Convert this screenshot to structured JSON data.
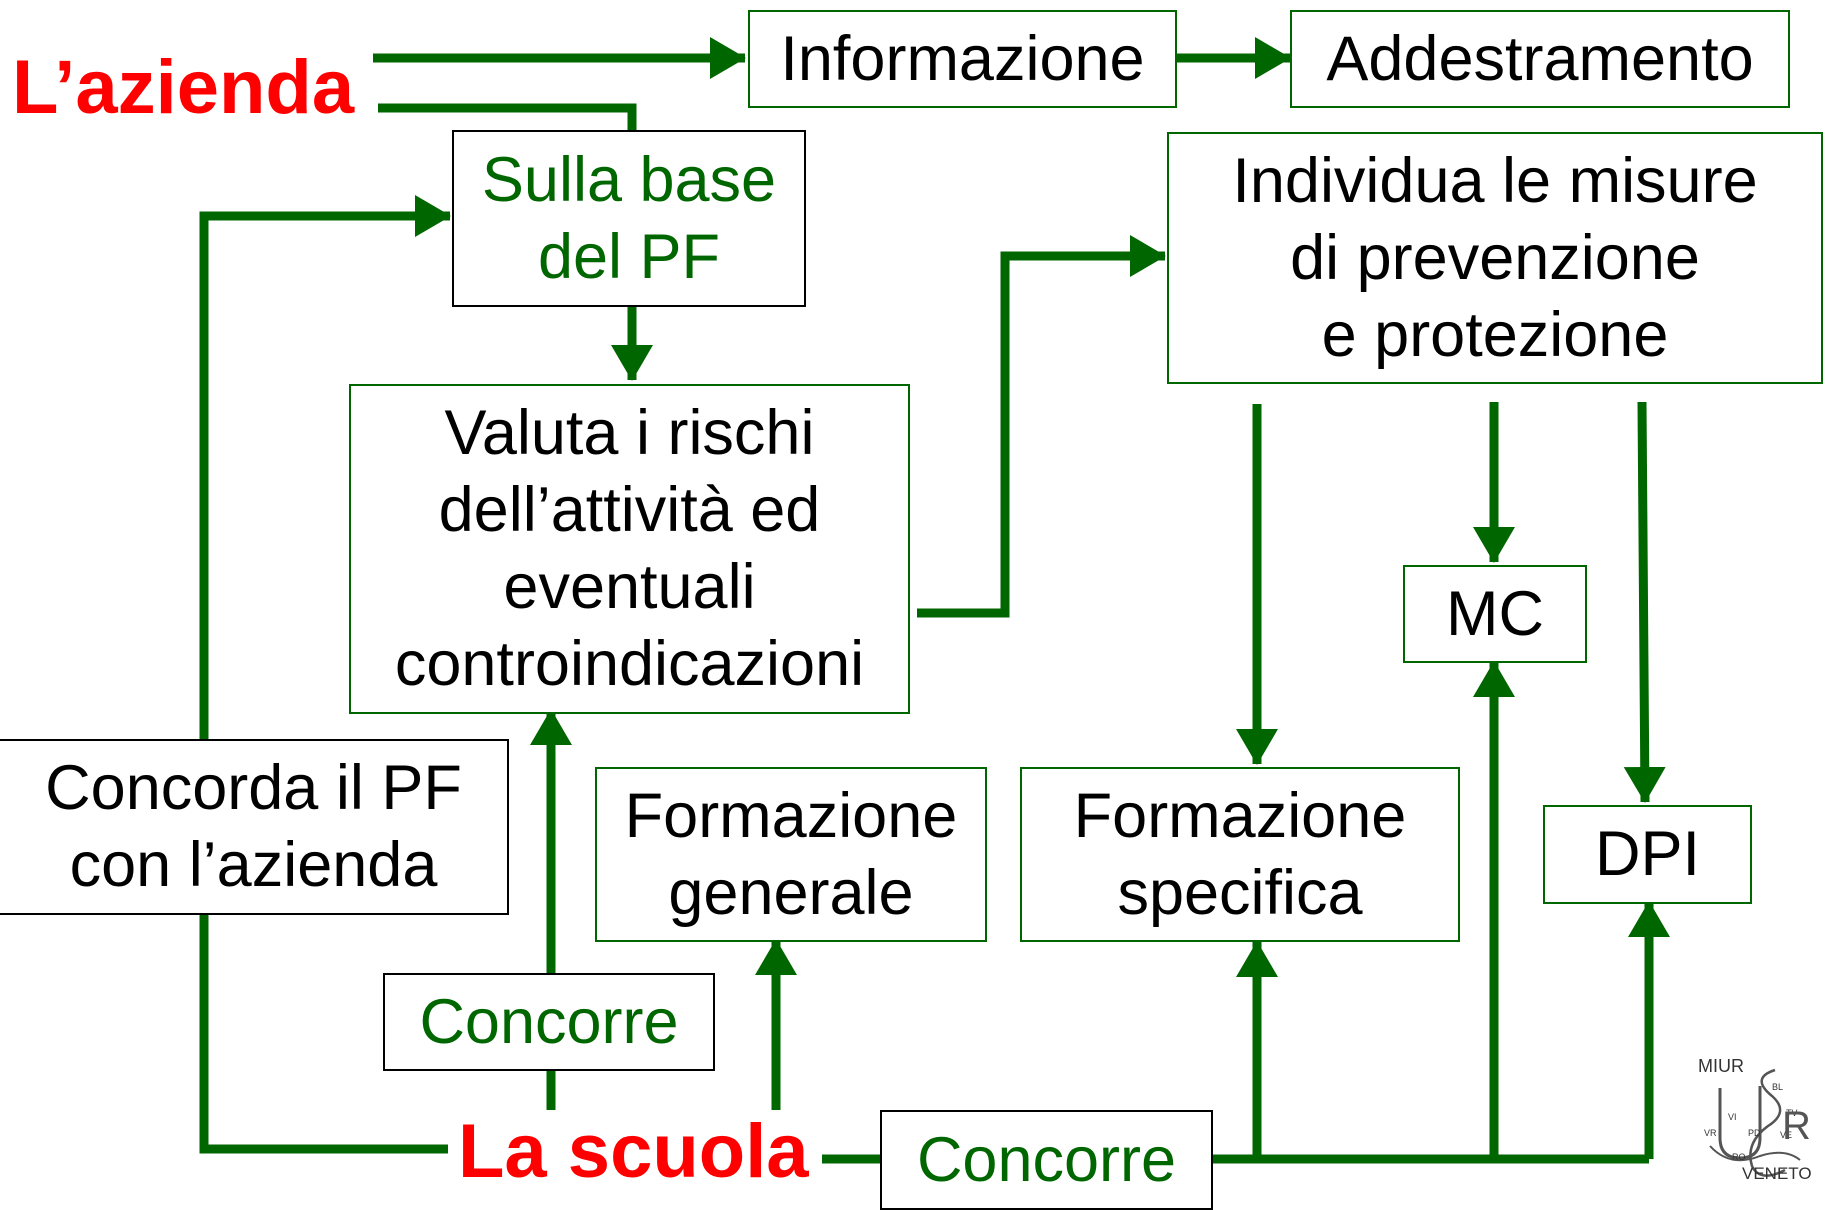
{
  "colors": {
    "arrow": "#006600",
    "green_text": "#006600",
    "red_label": "#ff0000",
    "box_border_green": "#006600",
    "box_border_black": "#000000"
  },
  "labels": {
    "azienda": "L’azienda",
    "scuola": "La scuola"
  },
  "boxes": {
    "informazione": "Informazione",
    "addestramento": "Addestramento",
    "sulla_base": [
      "Sulla base",
      "del PF"
    ],
    "individua": [
      "Individua le misure",
      "di prevenzione",
      "e protezione"
    ],
    "valuta": [
      "Valuta i rischi",
      "dell’attività ed",
      "eventuali",
      "controindicazioni"
    ],
    "mc": "MC",
    "concorda": [
      "Concorda il PF",
      "con l’azienda"
    ],
    "formazione_generale": [
      "Formazione",
      "generale"
    ],
    "formazione_specifica": [
      "Formazione",
      "specifica"
    ],
    "dpi": "DPI",
    "concorre_1": "Concorre",
    "concorre_2": "Concorre"
  },
  "logo": {
    "top": "MIUR",
    "bottom": "VENETO",
    "provinces": [
      "BL",
      "TV",
      "VI",
      "PD",
      "VE",
      "VR",
      "RO"
    ]
  }
}
